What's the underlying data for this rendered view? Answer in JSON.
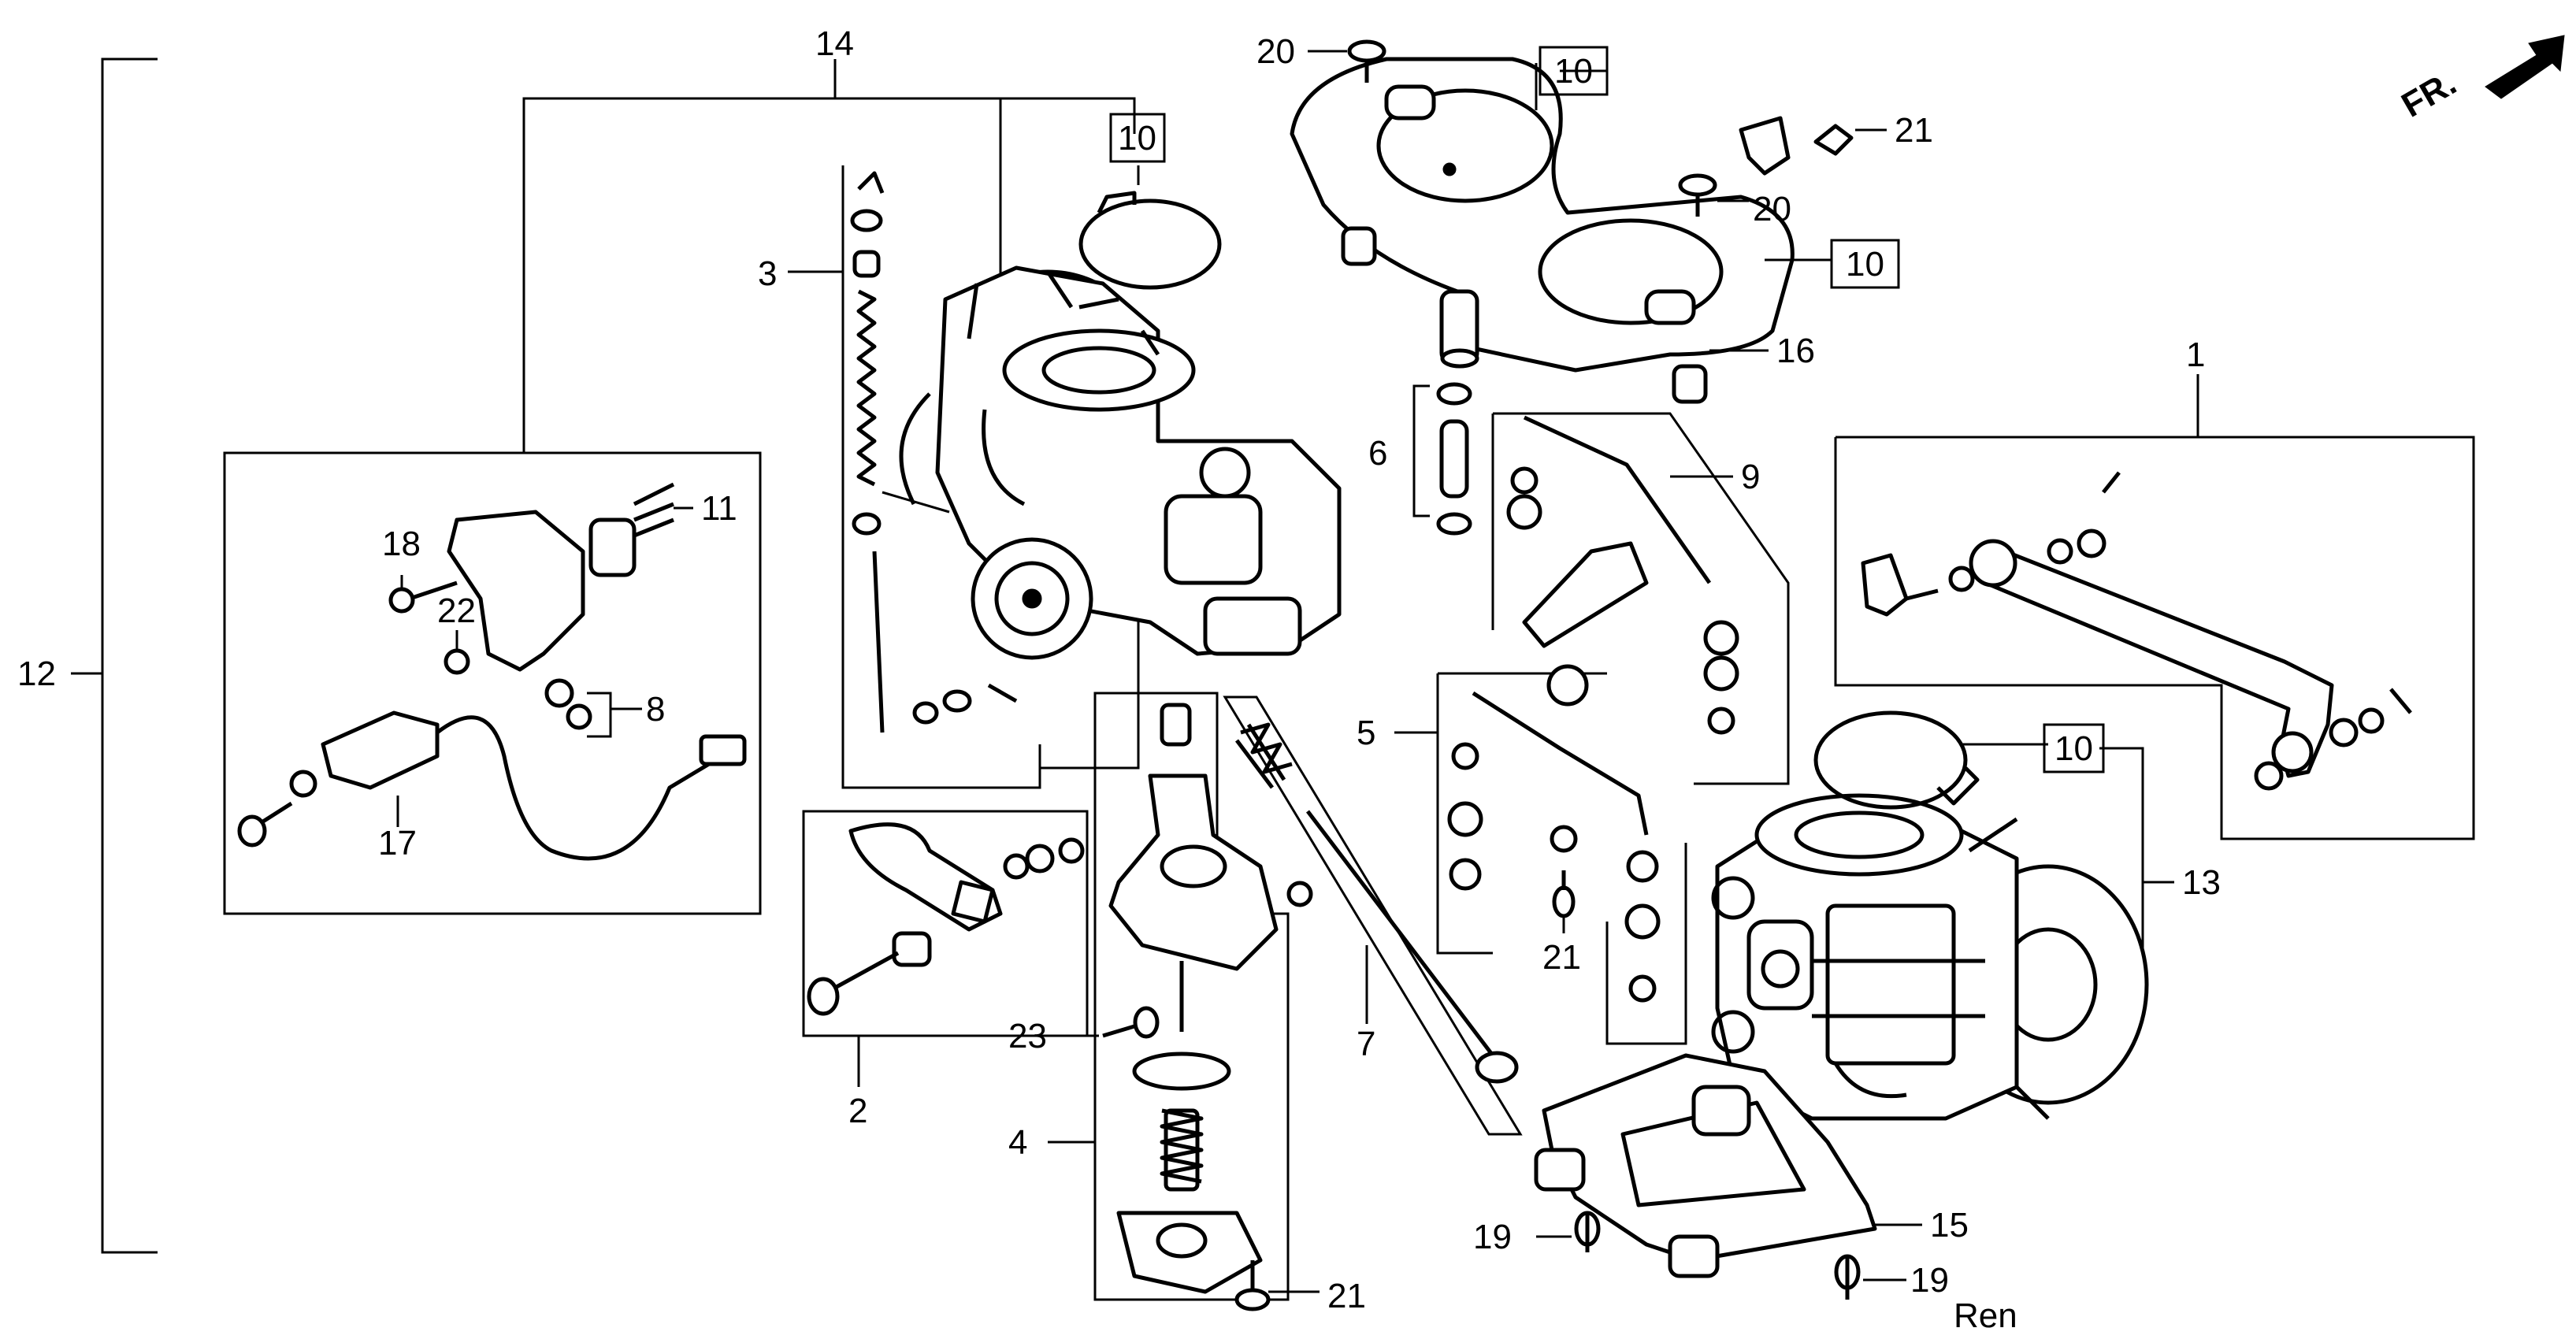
{
  "diagram": {
    "orientation_label": "FR.",
    "signature": "Ren",
    "callouts": {
      "c1": "1",
      "c2": "2",
      "c3": "3",
      "c4": "4",
      "c5": "5",
      "c6": "6",
      "c7": "7",
      "c8": "8",
      "c9": "9",
      "c10a": "10",
      "c10b": "10",
      "c10c": "10",
      "c10d": "10",
      "c11": "11",
      "c12": "12",
      "c13": "13",
      "c14": "14",
      "c15": "15",
      "c16": "16",
      "c17": "17",
      "c18": "18",
      "c19a": "19",
      "c19b": "19",
      "c20a": "20",
      "c20b": "20",
      "c21a": "21",
      "c21b": "21",
      "c21c": "21",
      "c22": "22",
      "c23": "23"
    }
  }
}
